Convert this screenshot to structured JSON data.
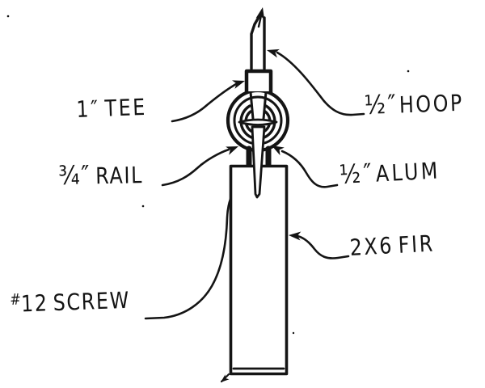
{
  "colors": {
    "ink": "#141414",
    "paper": "#ffffff"
  },
  "labels": {
    "tee": {
      "measure": "1″",
      "item": "TEE"
    },
    "hoop": {
      "measure": "½″",
      "item": "HOOP"
    },
    "rail": {
      "measure": "¾″",
      "item": "RAIL"
    },
    "alum": {
      "measure": "½″",
      "item": "ALUM"
    },
    "fir": {
      "measure": "2X6",
      "item": "FIR"
    },
    "screw": {
      "prefix": "#",
      "measure": "12",
      "item": "SCREW"
    }
  }
}
